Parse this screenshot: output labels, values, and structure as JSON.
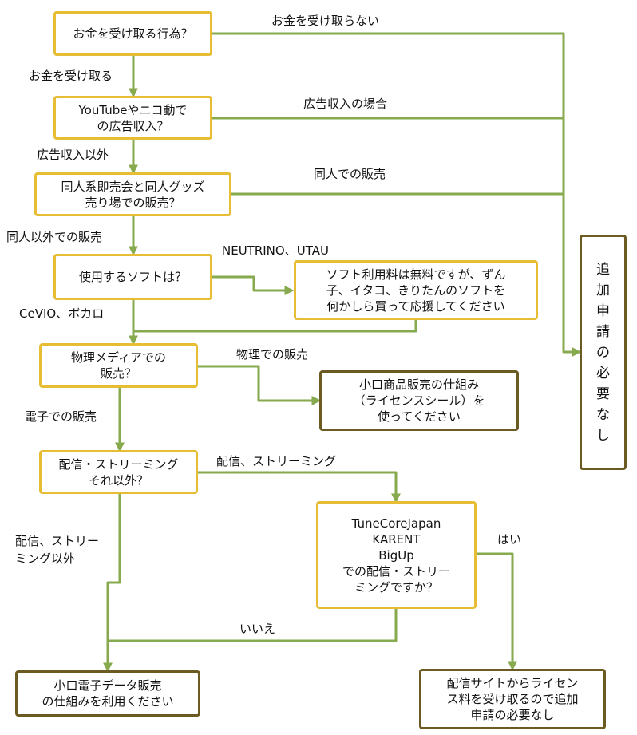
{
  "colors": {
    "line": "#86aa4d",
    "question_border": "#e7bd35",
    "result_border": "#6b5a22"
  },
  "boxes": {
    "q1": "お金を受け取る行為？",
    "q2": "YouTubeやニコ動で\nの広告収入？",
    "q3": "同人系即売会と同人グッズ\n売り場での販売？",
    "q4": "使用するソフトは？",
    "note_soft": "ソフト利用料は無料ですが、ずん\n子、イタコ、きりたんのソフトを\n何かしら買って応援してください",
    "q5": "物理メディアでの\n販売？",
    "r_physical": "小口商品販売の仕組み\n（ライセンスシール）を\n使ってください",
    "q6": "配信・ストリーミング\nそれ以外？",
    "q7": "TuneCoreJapan\nKARENT\nBigUp\nでの配信・ストリー\nミングですか？",
    "r_digital": "小口電子データ販売\nの仕組みを利用ください",
    "r_platform": "配信サイトからライセン\nス料を受け取るので追加\n申請の必要なし",
    "r_no_application": [
      "追",
      "加",
      "申",
      "請",
      "の",
      "必",
      "要",
      "な",
      "し"
    ]
  },
  "labels": {
    "no_money": "お金を受け取らない",
    "money": "お金を受け取る",
    "ad_revenue": "広告収入の場合",
    "not_ad": "広告収入以外",
    "doujin": "同人での販売",
    "not_doujin": "同人以外での販売",
    "neutrino": "NEUTRINO、UTAU",
    "cevio": "CeVIO、ボカロ",
    "physical": "物理での販売",
    "electronic": "電子での販売",
    "streaming": "配信、ストリーミング",
    "not_streaming": "配信、ストリー\nミング以外",
    "yes": "はい",
    "no": "いいえ"
  }
}
